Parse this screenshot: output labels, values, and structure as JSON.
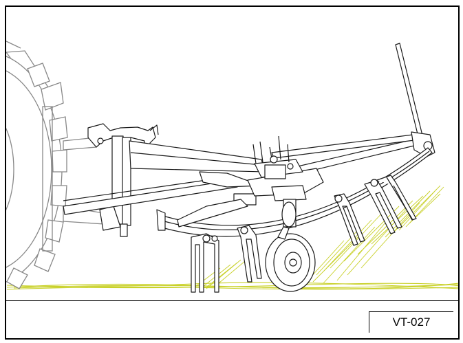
{
  "figure": {
    "reference_code": "VT-027",
    "colors": {
      "line": "#1a1a1a",
      "tractor": "#888888",
      "grass": "#c9d12a",
      "background": "#ffffff"
    },
    "parts": [
      "tractor-wheel",
      "three-point-hitch",
      "main-frame-arm",
      "rotor-head",
      "tine-arm",
      "ground-wheel",
      "transport-bar",
      "grass-swath"
    ]
  }
}
